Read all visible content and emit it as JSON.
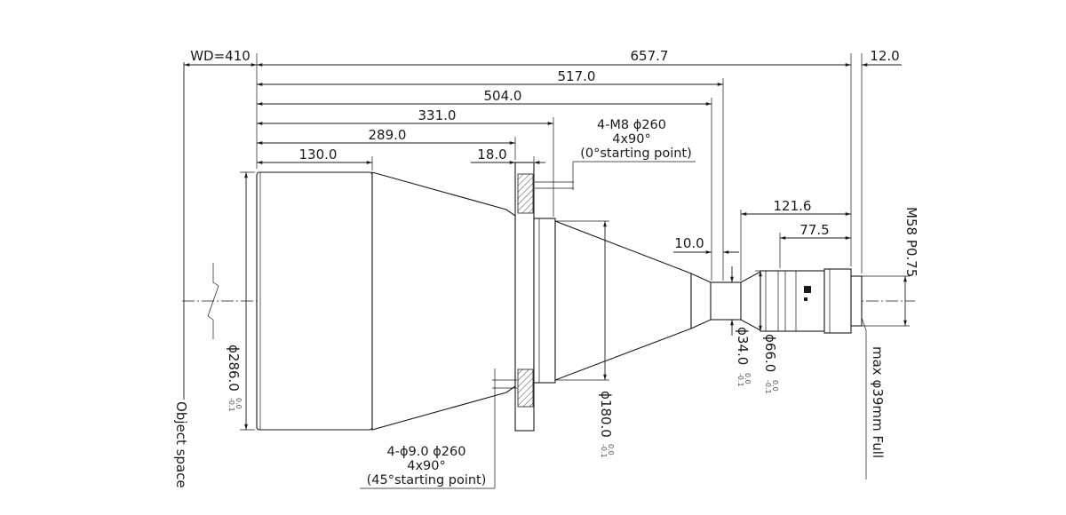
{
  "dimensions": {
    "wd": "WD=410",
    "overall": "657.7",
    "rear": "12.0",
    "d517": "517.0",
    "d504": "504.0",
    "d331": "331.0",
    "d289": "289.0",
    "d130": "130.0",
    "d18": "18.0",
    "d121": "121.6",
    "d77": "77.5",
    "d10": "10.0"
  },
  "diameters": {
    "d286": "ϕ286.0",
    "d286_tol_upper": "0.0",
    "d286_tol_lower": "-0.1",
    "d180": "ϕ180.0",
    "d180_tol_upper": "0.0",
    "d180_tol_lower": "-0.1",
    "d34": "ϕ34.0",
    "d34_tol_upper": "0.0",
    "d34_tol_lower": "-0.1",
    "d66": "ϕ66.0",
    "d66_tol_upper": "0.0",
    "d66_tol_lower": "-0.1"
  },
  "notes": {
    "top_holes_l1": "4-M8 ϕ260",
    "top_holes_l2": "4x90°",
    "top_holes_l3": "(0°starting point)",
    "bottom_holes_l1": "4-ϕ9.0  ϕ260",
    "bottom_holes_l2": "4x90°",
    "bottom_holes_l3": "(45°starting point)",
    "thread": "M58 P0.75",
    "sensor": "max φ39mm Full",
    "object_space": "Object space"
  }
}
